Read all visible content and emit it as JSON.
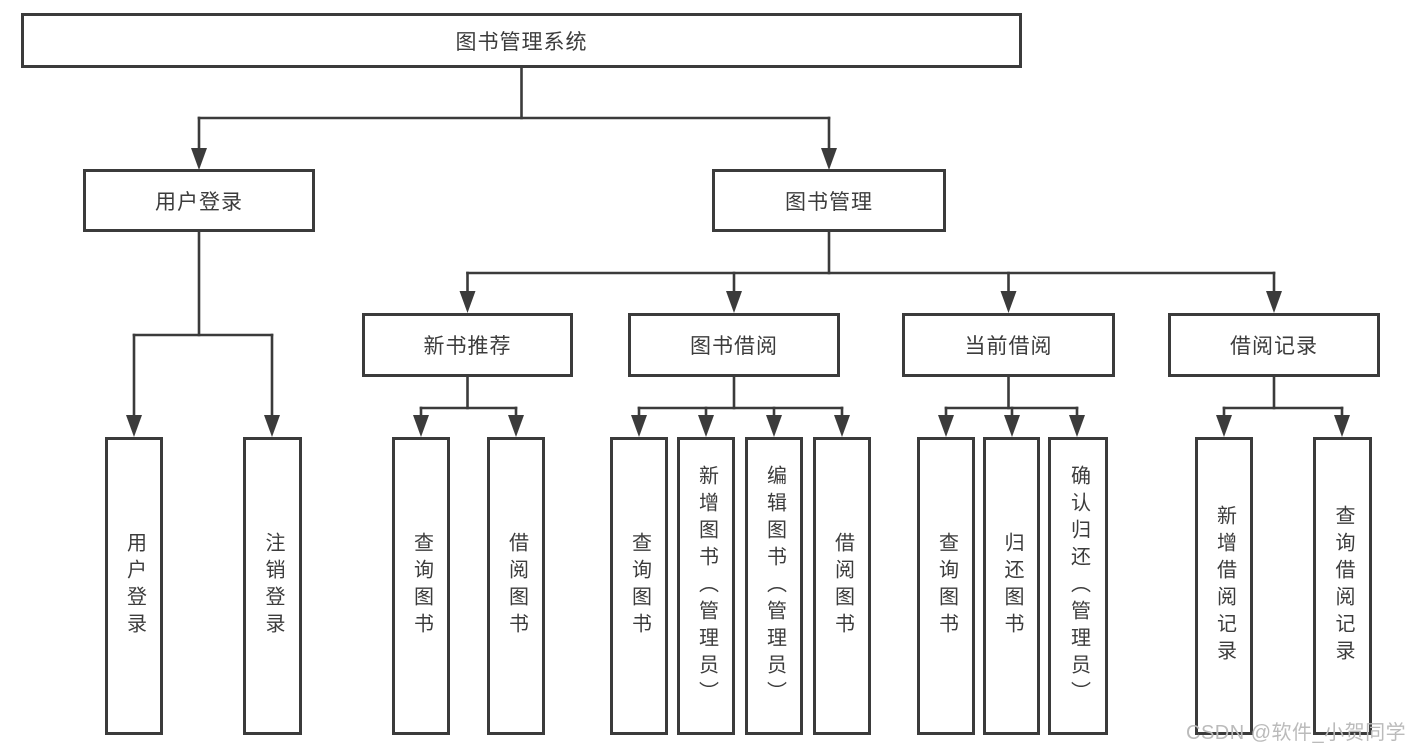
{
  "diagram": {
    "title": "图书管理系统",
    "tree": {
      "label": "图书管理系统",
      "children": [
        {
          "label": "用户登录",
          "children": [
            {
              "label": "用户登录"
            },
            {
              "label": "注销登录"
            }
          ]
        },
        {
          "label": "图书管理",
          "children": [
            {
              "label": "新书推荐",
              "children": [
                {
                  "label": "查询图书"
                },
                {
                  "label": "借阅图书"
                }
              ]
            },
            {
              "label": "图书借阅",
              "children": [
                {
                  "label": "查询图书"
                },
                {
                  "label": "新增图书（管理员）"
                },
                {
                  "label": "编辑图书（管理员）"
                },
                {
                  "label": "借阅图书"
                }
              ]
            },
            {
              "label": "当前借阅",
              "children": [
                {
                  "label": "查询图书"
                },
                {
                  "label": "归还图书"
                },
                {
                  "label": "确认归还（管理员）"
                }
              ]
            },
            {
              "label": "借阅记录",
              "children": [
                {
                  "label": "新增借阅记录"
                },
                {
                  "label": "查询借阅记录"
                }
              ]
            }
          ]
        }
      ]
    }
  },
  "watermark": "CSDN @软件_小贺同学",
  "colors": {
    "line": "#3b3b3b",
    "box_border": "#3b3b3b",
    "text": "#3c3c3c",
    "watermark": "#bbbbbb",
    "background": "#ffffff"
  }
}
